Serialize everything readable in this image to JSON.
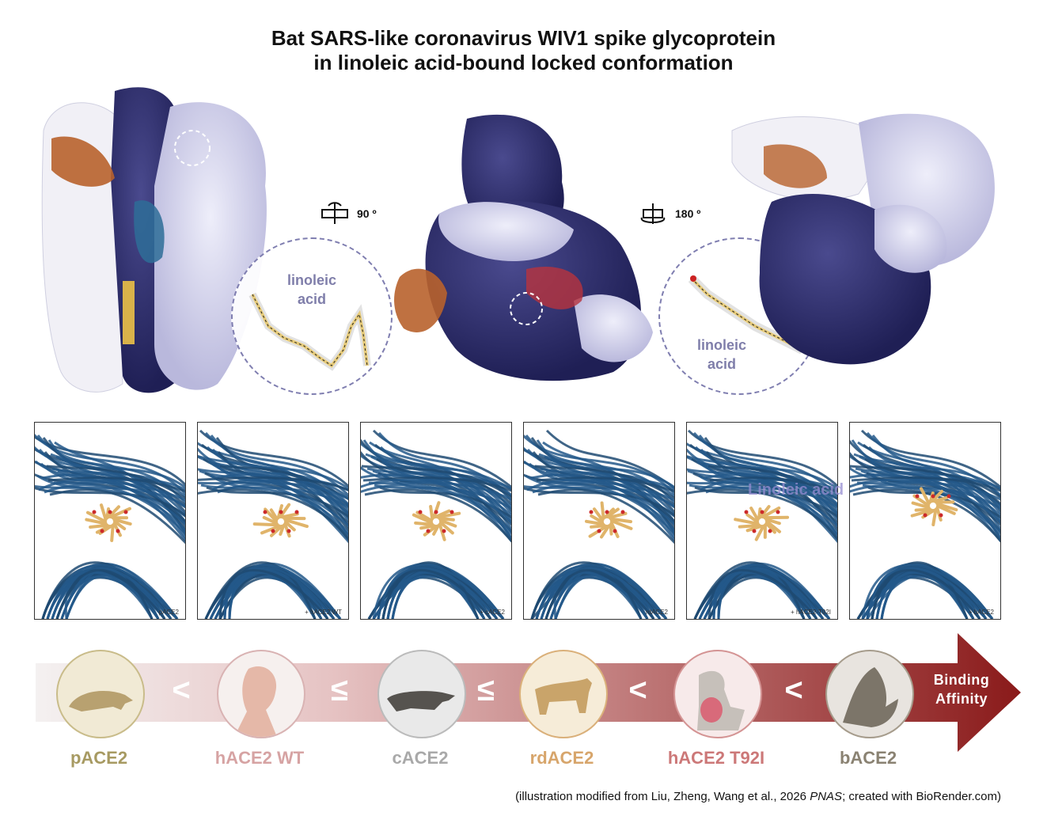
{
  "title": {
    "line1": "Bat SARS-like coronavirus WIV1 spike glycoprotein",
    "line2": "in linoleic acid-bound locked conformation"
  },
  "structures": {
    "rotation_left": "90 º",
    "rotation_right": "180 º",
    "ligand_left_label": "linoleic acid",
    "ligand_right_label": "linoleic acid"
  },
  "panels": [
    {
      "label": "pACE2"
    },
    {
      "label": "+ hACE2 WT"
    },
    {
      "label": "+ cACE2"
    },
    {
      "label": "rdACE2"
    },
    {
      "label": "+ hACE2-T92I"
    },
    {
      "label": "+ bACE2"
    }
  ],
  "panel_overlay": "Linoleic acid",
  "affinity": {
    "symbols": [
      "<",
      "≤",
      "≤",
      "<",
      "<"
    ],
    "arrow_label_line1": "Binding",
    "arrow_label_line2": "Affinity",
    "items": [
      {
        "label": "pACE2",
        "color": "#a79a62",
        "icon": "pangolin-icon"
      },
      {
        "label": "hACE2 WT",
        "color": "#d6a3a3",
        "icon": "human-icon"
      },
      {
        "label": "cACE2",
        "color": "#a9a9a9",
        "icon": "civet-icon"
      },
      {
        "label": "rdACE2",
        "color": "#d7a56b",
        "icon": "raccoon-dog-icon"
      },
      {
        "label": "hACE2 T92I",
        "color": "#cc7878",
        "icon": "human-lungs-icon"
      },
      {
        "label": "bACE2",
        "color": "#8a8272",
        "icon": "bat-icon"
      }
    ]
  },
  "credit": {
    "prefix": "(illustration modified from Liu, Zheng, Wang et al., 2026 ",
    "journal": "PNAS",
    "suffix": "; created with BioRender.com)"
  }
}
